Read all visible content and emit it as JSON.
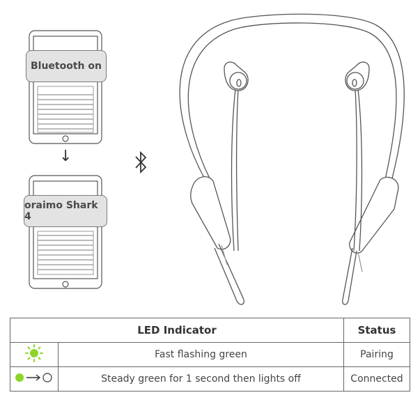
{
  "diagram": {
    "phone1_label": "Bluetooth on",
    "phone2_label": "oraimo Shark 4",
    "arrow": "↓"
  },
  "table": {
    "headers": [
      "LED Indicator",
      "Status"
    ],
    "rows": [
      {
        "description": "Fast flashing green",
        "status": "Pairing",
        "icon": "flashing-green-led"
      },
      {
        "description": "Steady green for 1 second then lights off",
        "status": "Connected",
        "icon": "green-to-off-led"
      }
    ]
  },
  "colors": {
    "led_green": "#8ed428",
    "line": "#555555"
  }
}
